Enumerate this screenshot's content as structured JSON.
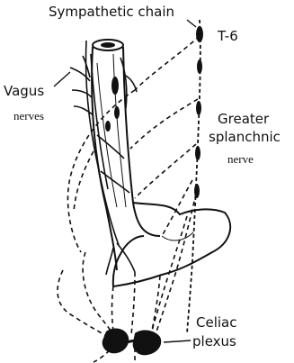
{
  "labels": {
    "sympathetic_chain": "Sympathetic chain",
    "t6": "T-6",
    "vagus": "Vagus",
    "vagus_nerves": "nerves",
    "greater": "Greater",
    "splanchnic": "splanchnic",
    "splanchnic_nerve": "nerve",
    "celiac": "Celiac",
    "plexus": "plexus"
  },
  "colors": {
    "ink": "#111111",
    "background": "#ffffff"
  }
}
